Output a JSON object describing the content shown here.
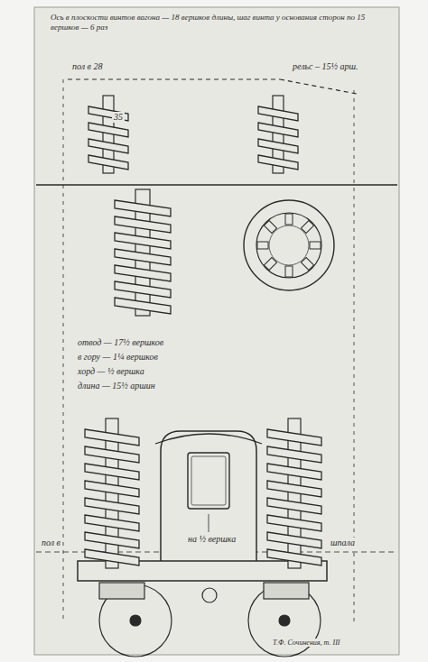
{
  "diagram": {
    "title": "Ось в плоскости винтов вагона — 18 вершков длины, шаг винта у основания сторон по 15 вершков — 6 раз",
    "labels": [
      "пол в 28",
      "рельс – 15½ арш.",
      "35",
      "отвод — 17½ вершков",
      "в гору — 1¼ вершков",
      "хорд — ½ вершка",
      "длина — 15½ аршин",
      "на ½ вершка",
      "пол в",
      "шпала",
      "Т.Ф. Сочинения, т. III"
    ]
  }
}
